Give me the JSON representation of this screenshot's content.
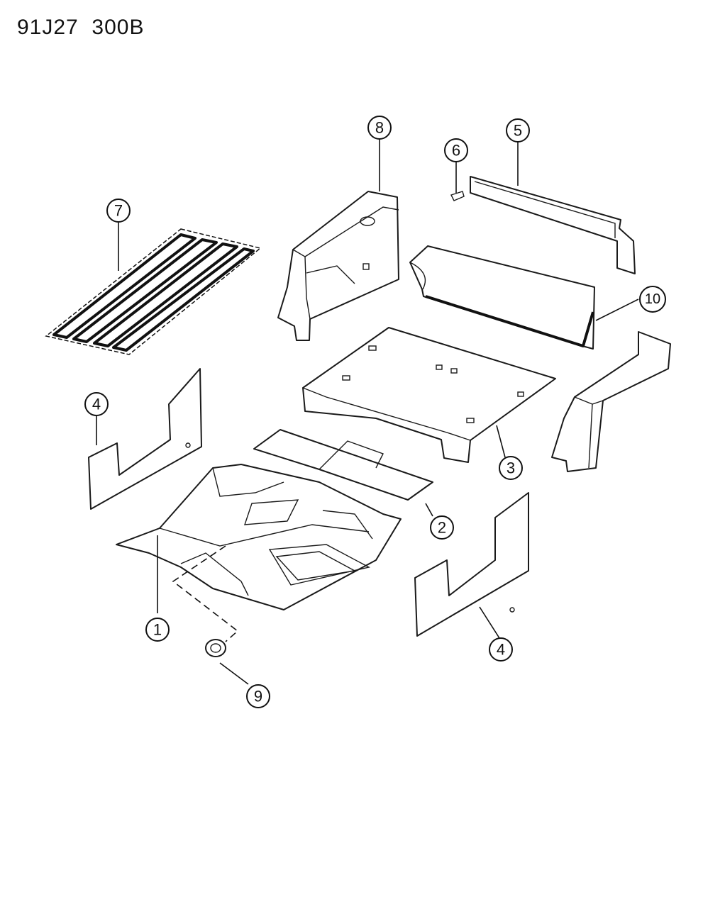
{
  "header": {
    "code": "91J27  300B"
  },
  "callouts": {
    "c1": "1",
    "c2": "2",
    "c3": "3",
    "c4a": "4",
    "c4b": "4",
    "c5": "5",
    "c6": "6",
    "c7": "7",
    "c8": "8",
    "c9": "9",
    "c10": "10"
  }
}
